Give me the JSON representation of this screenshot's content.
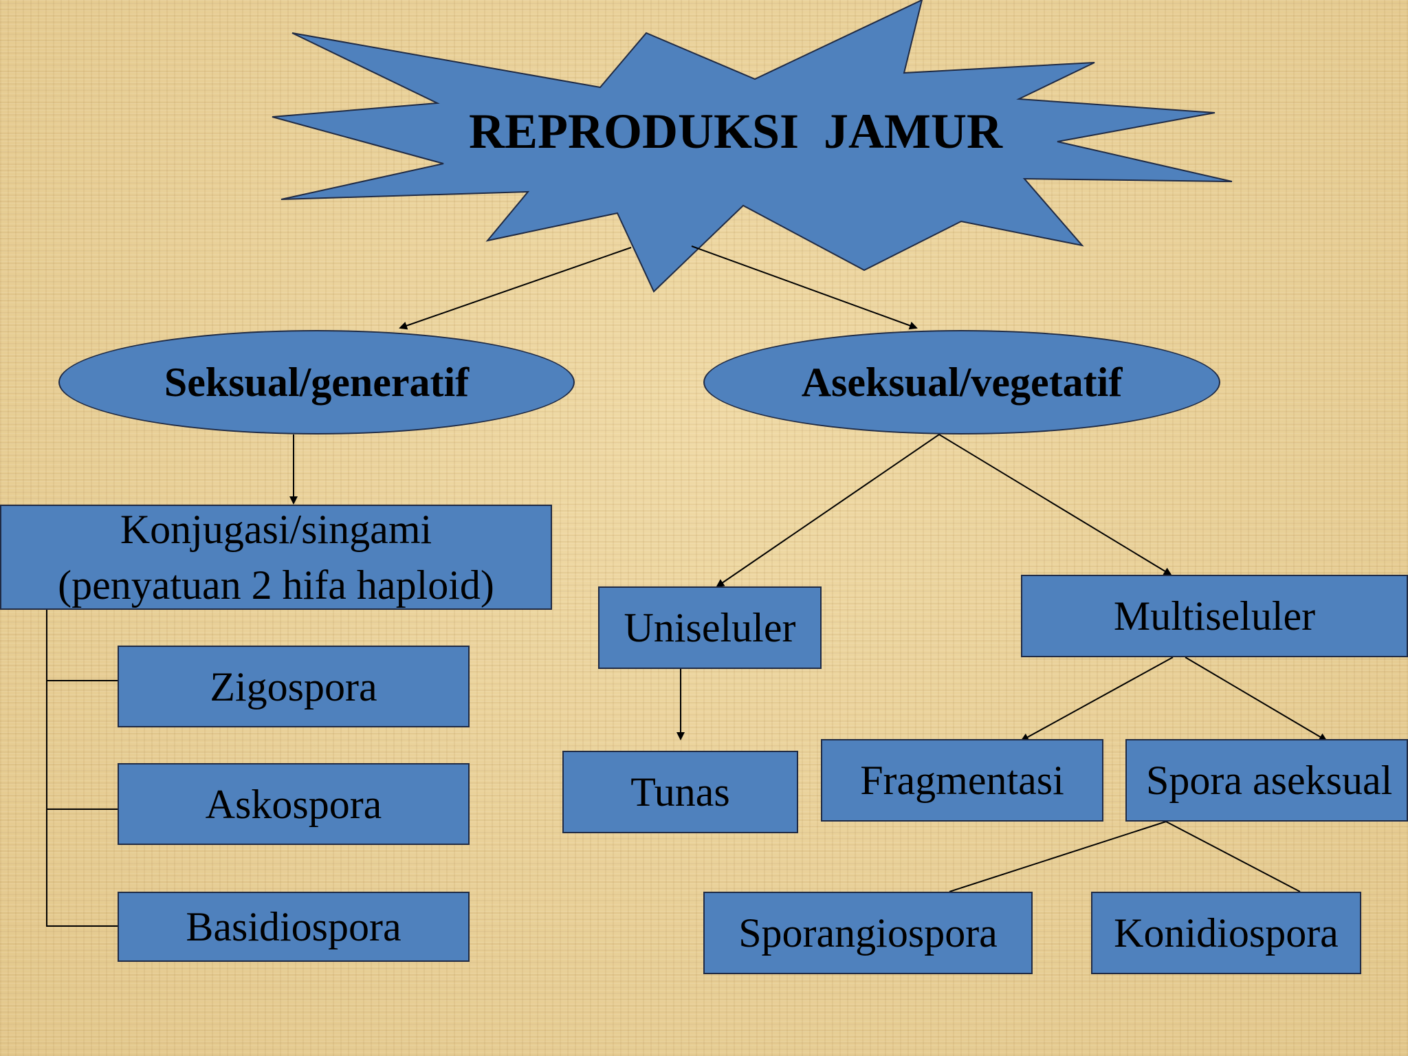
{
  "title": "REPRODUKSI  JAMUR",
  "colors": {
    "shape_fill": "#4f81bd",
    "shape_border": "#1f2a44",
    "background": "#e8cf95",
    "line": "#000000"
  },
  "branches": {
    "sexual": {
      "label": "Seksual/generatif",
      "process": {
        "line1": "Konjugasi/singami",
        "line2": "(penyatuan 2 hifa haploid)"
      },
      "spores": [
        "Zigospora",
        "Askospora",
        "Basidiospora"
      ]
    },
    "asexual": {
      "label": "Aseksual/vegetatif",
      "unicellular": {
        "label": "Uniseluler",
        "child": "Tunas"
      },
      "multicellular": {
        "label": "Multiseluler",
        "children": [
          "Fragmentasi",
          "Spora aseksual"
        ],
        "spore_types": [
          "Sporangiospora",
          "Konidiospora"
        ]
      }
    }
  }
}
